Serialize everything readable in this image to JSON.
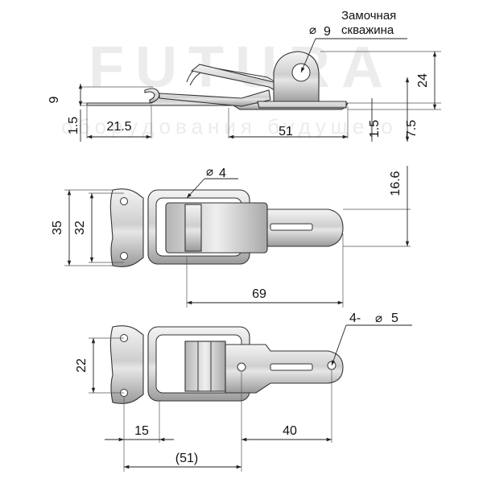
{
  "watermark": {
    "brand": "FUTURA",
    "tagline": "оборудования будущего"
  },
  "notes": {
    "keyhole_line1": "Замочная",
    "keyhole_line2": "скважина",
    "keyhole_diameter": "9",
    "wire_diameter": "4",
    "holes": "4-",
    "holes_diameter": "5",
    "diameter_symbol": "⌀"
  },
  "dimensions": {
    "side_height_9": "9",
    "side_thickness_1_5_left": "1.5",
    "side_base_21_5": "21.5",
    "side_length_51": "51",
    "side_thickness_1_5_right": "1.5",
    "side_height_7_5": "7.5",
    "side_height_24": "24",
    "top_height_35": "35",
    "top_height_32": "32",
    "top_hook_16_6": "16.6",
    "top_length_69": "69",
    "bottom_height_22": "22",
    "bottom_offset_15": "15",
    "bottom_offset_40": "40",
    "bottom_total_51": "(51)"
  },
  "colors": {
    "steel_light": "#f2f2f2",
    "steel_mid": "#c4c4c4",
    "steel_dark": "#8e8e8e",
    "line": "#222222",
    "watermark": "#ececec"
  }
}
